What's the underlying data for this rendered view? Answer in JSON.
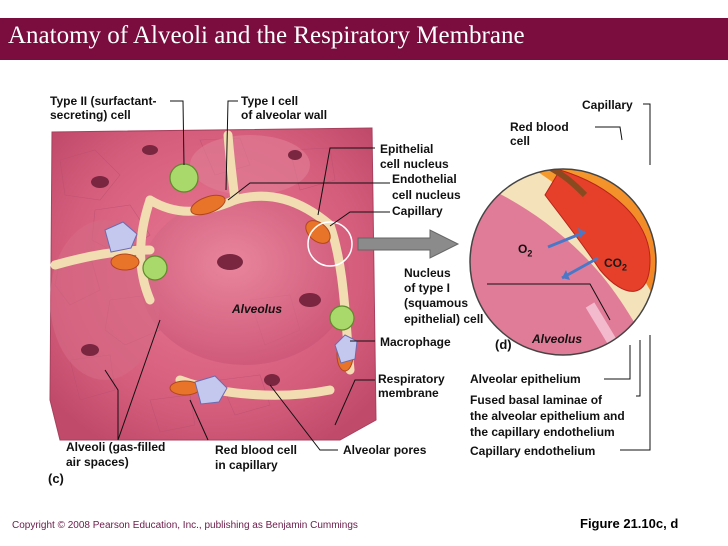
{
  "title": "Anatomy of Alveoli and the Respiratory Membrane",
  "labels": {
    "type2_cell_l1": "Type II (surfactant-",
    "type2_cell_l2": "secreting) cell",
    "type1_cell_l1": "Type I cell",
    "type1_cell_l2": "of alveolar wall",
    "epithelial_nucleus_l1": "Epithelial",
    "epithelial_nucleus_l2": "cell nucleus",
    "endothelial_nucleus_l1": "Endothelial",
    "endothelial_nucleus_l2": "cell nucleus",
    "capillary_left": "Capillary",
    "alveolus_left": "Alveolus",
    "macrophage": "Macrophage",
    "respiratory_membrane_l1": "Respiratory",
    "respiratory_membrane_l2": "membrane",
    "alveoli_l1": "Alveoli (gas-filled",
    "alveoli_l2": "air spaces)",
    "rbc_capillary_l1": "Red blood cell",
    "rbc_capillary_l2": "in capillary",
    "alveolar_pores": "Alveolar pores",
    "panel_c": "(c)",
    "capillary_right": "Capillary",
    "rbc_right_l1": "Red blood",
    "rbc_right_l2": "cell",
    "o2": "O",
    "o2_sub": "2",
    "co2": "CO",
    "co2_sub": "2",
    "nucleus_type1_l1": "Nucleus",
    "nucleus_type1_l2": "of type I",
    "nucleus_type1_l3": "(squamous",
    "nucleus_type1_l4": "epithelial) cell",
    "panel_d": "(d)",
    "alveolus_right": "Alveolus",
    "alveolar_epithelium": "Alveolar epithelium",
    "fused_l1": "Fused basal laminae of",
    "fused_l2": "the alveolar epithelium and",
    "fused_l3": "the capillary endothelium",
    "capillary_endothelium": "Capillary endothelium"
  },
  "footer": {
    "copyright": "Copyright © 2008 Pearson Education, Inc., publishing as Benjamin Cummings",
    "figure": "Figure 21.10c, d"
  },
  "colors": {
    "title_bar": "#7a0d3e",
    "tissue": "#d9607f",
    "capillary_blood": "#e8742a",
    "membrane": "#f3e1b8"
  }
}
